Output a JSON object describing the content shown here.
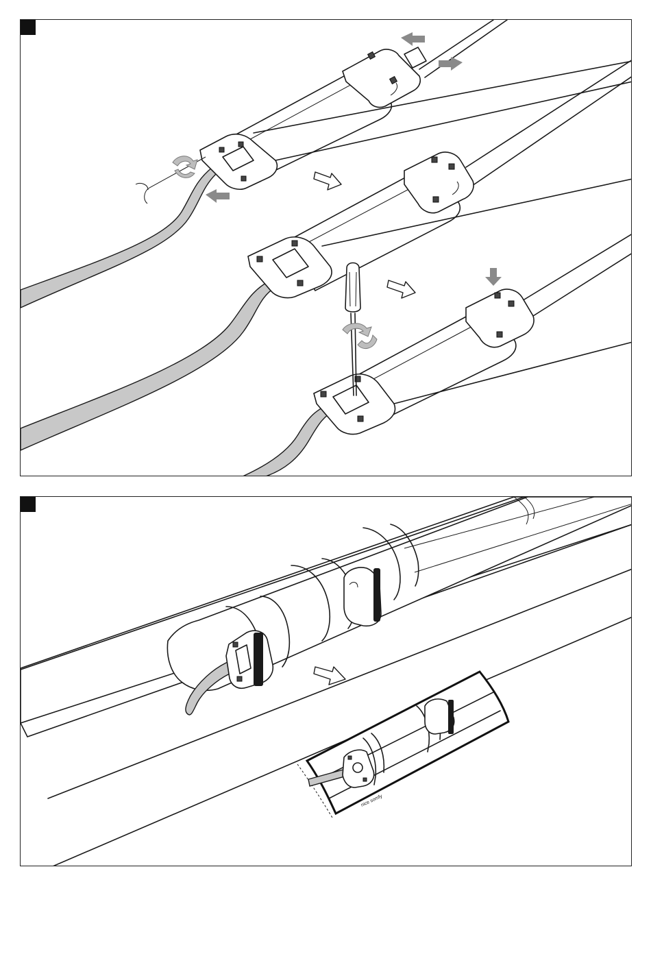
{
  "steps": [
    {
      "id": "step-1",
      "marker": ""
    },
    {
      "id": "step-2",
      "marker": ""
    }
  ],
  "label_logo": "nice somfy",
  "colors": {
    "line": "#1a1a1a",
    "cable_fill": "#c8c8c8",
    "motion_arrow": "#8a8a8a",
    "rotation_arrow": "#bdbdbd"
  },
  "icons": [
    "screwdriver-icon",
    "rotate-arrow-icon",
    "push-arrow-icon",
    "sequence-arrow-icon"
  ]
}
